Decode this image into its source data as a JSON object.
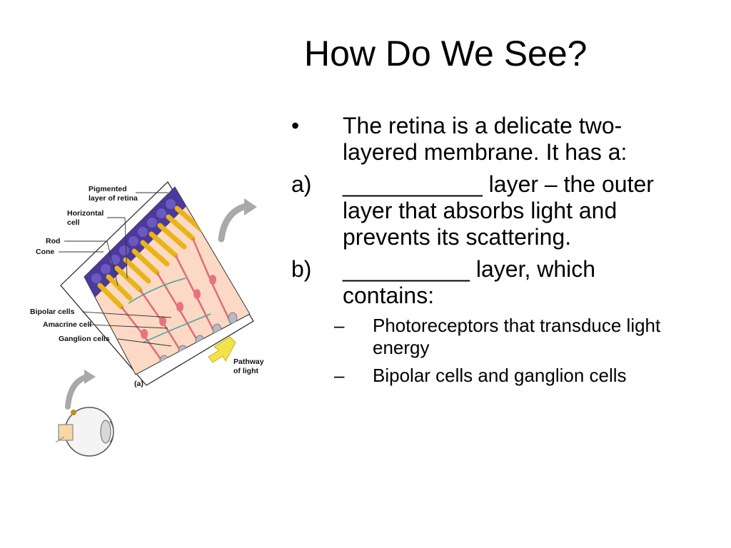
{
  "slide": {
    "title": "How Do We See?",
    "items": [
      {
        "marker": "•",
        "text": "The retina is a  delicate two-layered membrane. It has a:"
      },
      {
        "marker": "a)",
        "text": "___________ layer – the outer layer that absorbs light and prevents its scattering."
      },
      {
        "marker": "b)",
        "text": "__________ layer, which contains:"
      }
    ],
    "subitems": [
      {
        "marker": "–",
        "text": "Photoreceptors that transduce light energy"
      },
      {
        "marker": "–",
        "text": "Bipolar cells and ganglion cells"
      }
    ]
  },
  "figure": {
    "labels": {
      "pigmented_1": "Pigmented",
      "pigmented_2": "layer of retina",
      "horizontal_1": "Horizontal",
      "horizontal_2": "cell",
      "rod": "Rod",
      "cone": "Cone",
      "bipolar": "Bipolar cells",
      "amacrine": "Amacrine cell",
      "ganglion": "Ganglion cells",
      "pathway_1": "Pathway",
      "pathway_2": "of light",
      "panel": "(a)"
    },
    "colors": {
      "pigment": "#4b3a9a",
      "rods_cones": "#e8b418",
      "neurons": "#e06a7a",
      "background": "#fbd9c4",
      "light_arrow": "#f3e24a",
      "curved_arrow": "#a9a9a9"
    }
  }
}
